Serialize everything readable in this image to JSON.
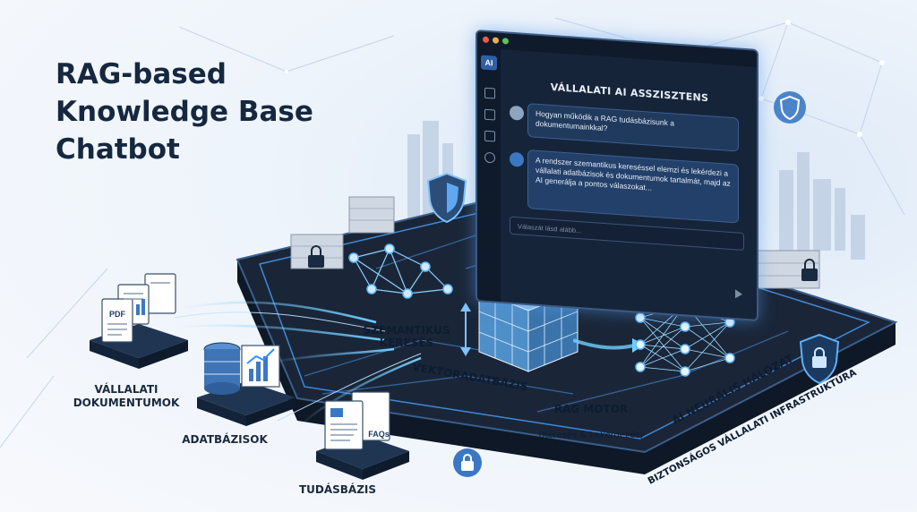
{
  "title": "RAG-based\nKnowledge Base\nChatbot",
  "chat": {
    "app_badge": "AI",
    "window_title": "VÁLLALATI AI ASSZISZTENS",
    "user_message": "Hogyan működik a RAG tudásbázisunk a dokumentumainkkal?",
    "bot_message": "A rendszer szemantikus kereséssel elemzi és lekérdezi a vállalati adatbázisok és dokumentumok tartalmát, majd az AI generálja a pontos válaszokat...",
    "input_placeholder": "Válaszát lásd alább..."
  },
  "sources": {
    "documents": {
      "label": "VÁLLALATI\nDOKUMENTUMOK",
      "file_tag": "PDF"
    },
    "databases": {
      "label": "ADATBÁZISOK"
    },
    "knowledge_base": {
      "label": "TUDÁSBÁZIS",
      "file_tag": "FAQs"
    }
  },
  "pipeline": {
    "semantic_search": "SZEMANTIKUS\nKERESÉS",
    "vector_db": "VEKTORADATBÁZIS",
    "rag_engine": "RAG MOTOR",
    "rag_engine_sub": "(Keresés & Lekérdezés)",
    "neural_net": "AI NEURÁLIS HÁLÓZAT",
    "infrastructure": "BIZTONSÁGOS VÁLLALATI INFRASTRUKTÚRA"
  },
  "colors": {
    "platform": "#1a2638",
    "accent": "#3fa2ff",
    "glow": "#9fd4ff",
    "title": "#162840"
  }
}
